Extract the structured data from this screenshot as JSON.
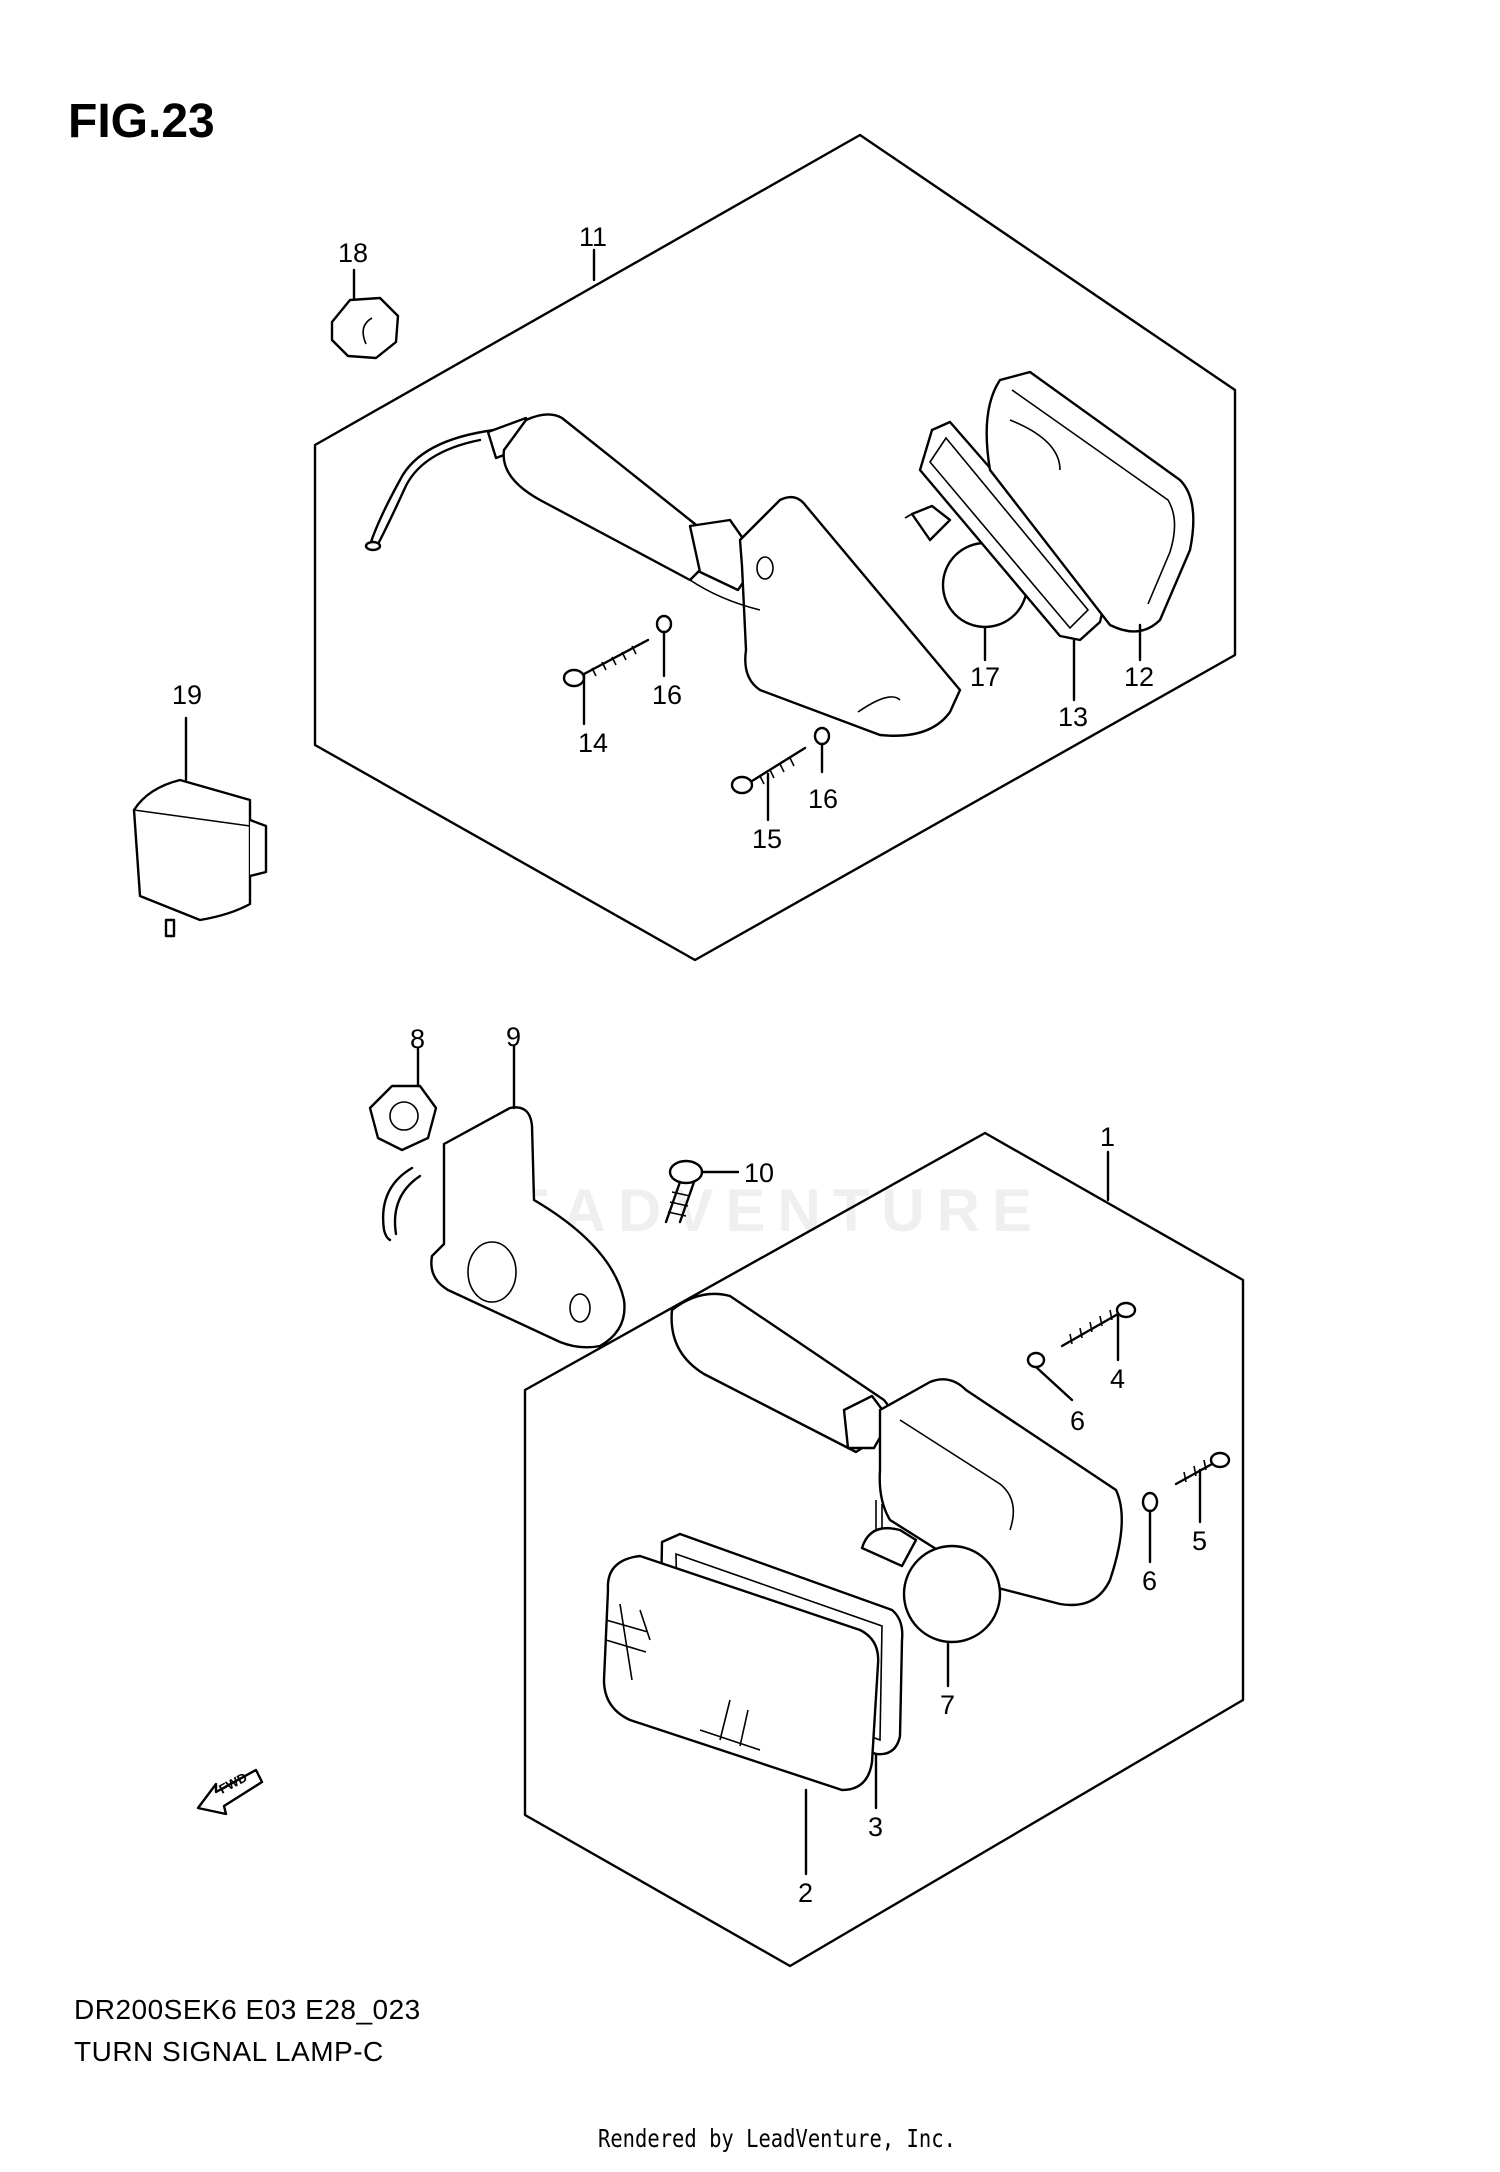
{
  "figure": {
    "title": "FIG.23",
    "model_code": "DR200SEK6 E03 E28_023",
    "caption": "TURN SIGNAL LAMP-C",
    "rendered_by": "Rendered by LeadVenture, Inc.",
    "watermark": "LEADVENTURE",
    "fwd_label": "FWD"
  },
  "callouts": [
    {
      "id": "11",
      "label": "11"
    },
    {
      "id": "12",
      "label": "12"
    },
    {
      "id": "13",
      "label": "13"
    },
    {
      "id": "14",
      "label": "14"
    },
    {
      "id": "15",
      "label": "15"
    },
    {
      "id": "16a",
      "label": "16"
    },
    {
      "id": "16b",
      "label": "16"
    },
    {
      "id": "17",
      "label": "17"
    },
    {
      "id": "18",
      "label": "18"
    },
    {
      "id": "19",
      "label": "19"
    },
    {
      "id": "1",
      "label": "1"
    },
    {
      "id": "2",
      "label": "2"
    },
    {
      "id": "3",
      "label": "3"
    },
    {
      "id": "4",
      "label": "4"
    },
    {
      "id": "5",
      "label": "5"
    },
    {
      "id": "6a",
      "label": "6"
    },
    {
      "id": "6b",
      "label": "6"
    },
    {
      "id": "7",
      "label": "7"
    },
    {
      "id": "8",
      "label": "8"
    },
    {
      "id": "9",
      "label": "9"
    },
    {
      "id": "10",
      "label": "10"
    }
  ]
}
